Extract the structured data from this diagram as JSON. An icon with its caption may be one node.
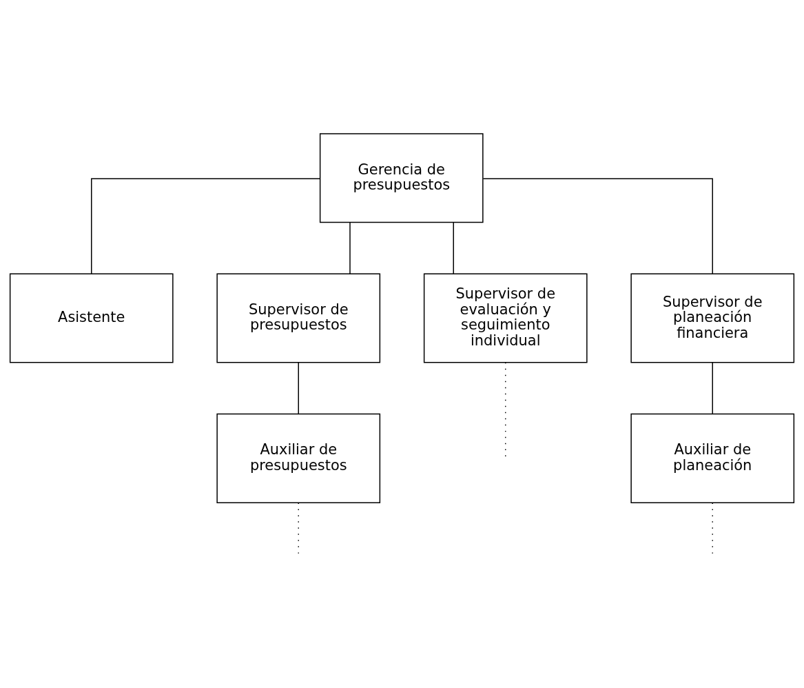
{
  "diagram": {
    "nodes": [
      {
        "text": [
          "Gerencia de presupuestos"
        ]
      },
      {
        "text": [
          "Asistente"
        ]
      },
      {
        "text": [
          "Supervisor de presupuestos"
        ]
      },
      {
        "text": [
          "Supervisor de evaluación y seguimiento individual"
        ]
      },
      {
        "text": [
          "Supervisor de planeación financiera"
        ]
      },
      {
        "text": [
          "Auxiliar de presupuestos"
        ]
      },
      {
        "text": [
          "Auxiliar de planeación"
        ]
      }
    ],
    "edges": [
      {
        "from": 0,
        "to": 1,
        "arrow": "none"
      },
      {
        "from": 0,
        "to": 2,
        "arrow": "none"
      },
      {
        "from": 0,
        "to": 3,
        "arrow": "none"
      },
      {
        "from": 0,
        "to": 4,
        "arrow": "none"
      },
      {
        "from": 2,
        "to": 5,
        "arrow": "none"
      },
      {
        "from": 4,
        "to": 6,
        "arrow": "none"
      },
      {
        "from": 3,
        "to": null,
        "arrow": "none",
        "style": "dashed"
      },
      {
        "from": 5,
        "to": null,
        "arrow": "none",
        "style": "dashed"
      },
      {
        "from": 6,
        "to": null,
        "arrow": "none",
        "style": "dashed"
      }
    ]
  }
}
